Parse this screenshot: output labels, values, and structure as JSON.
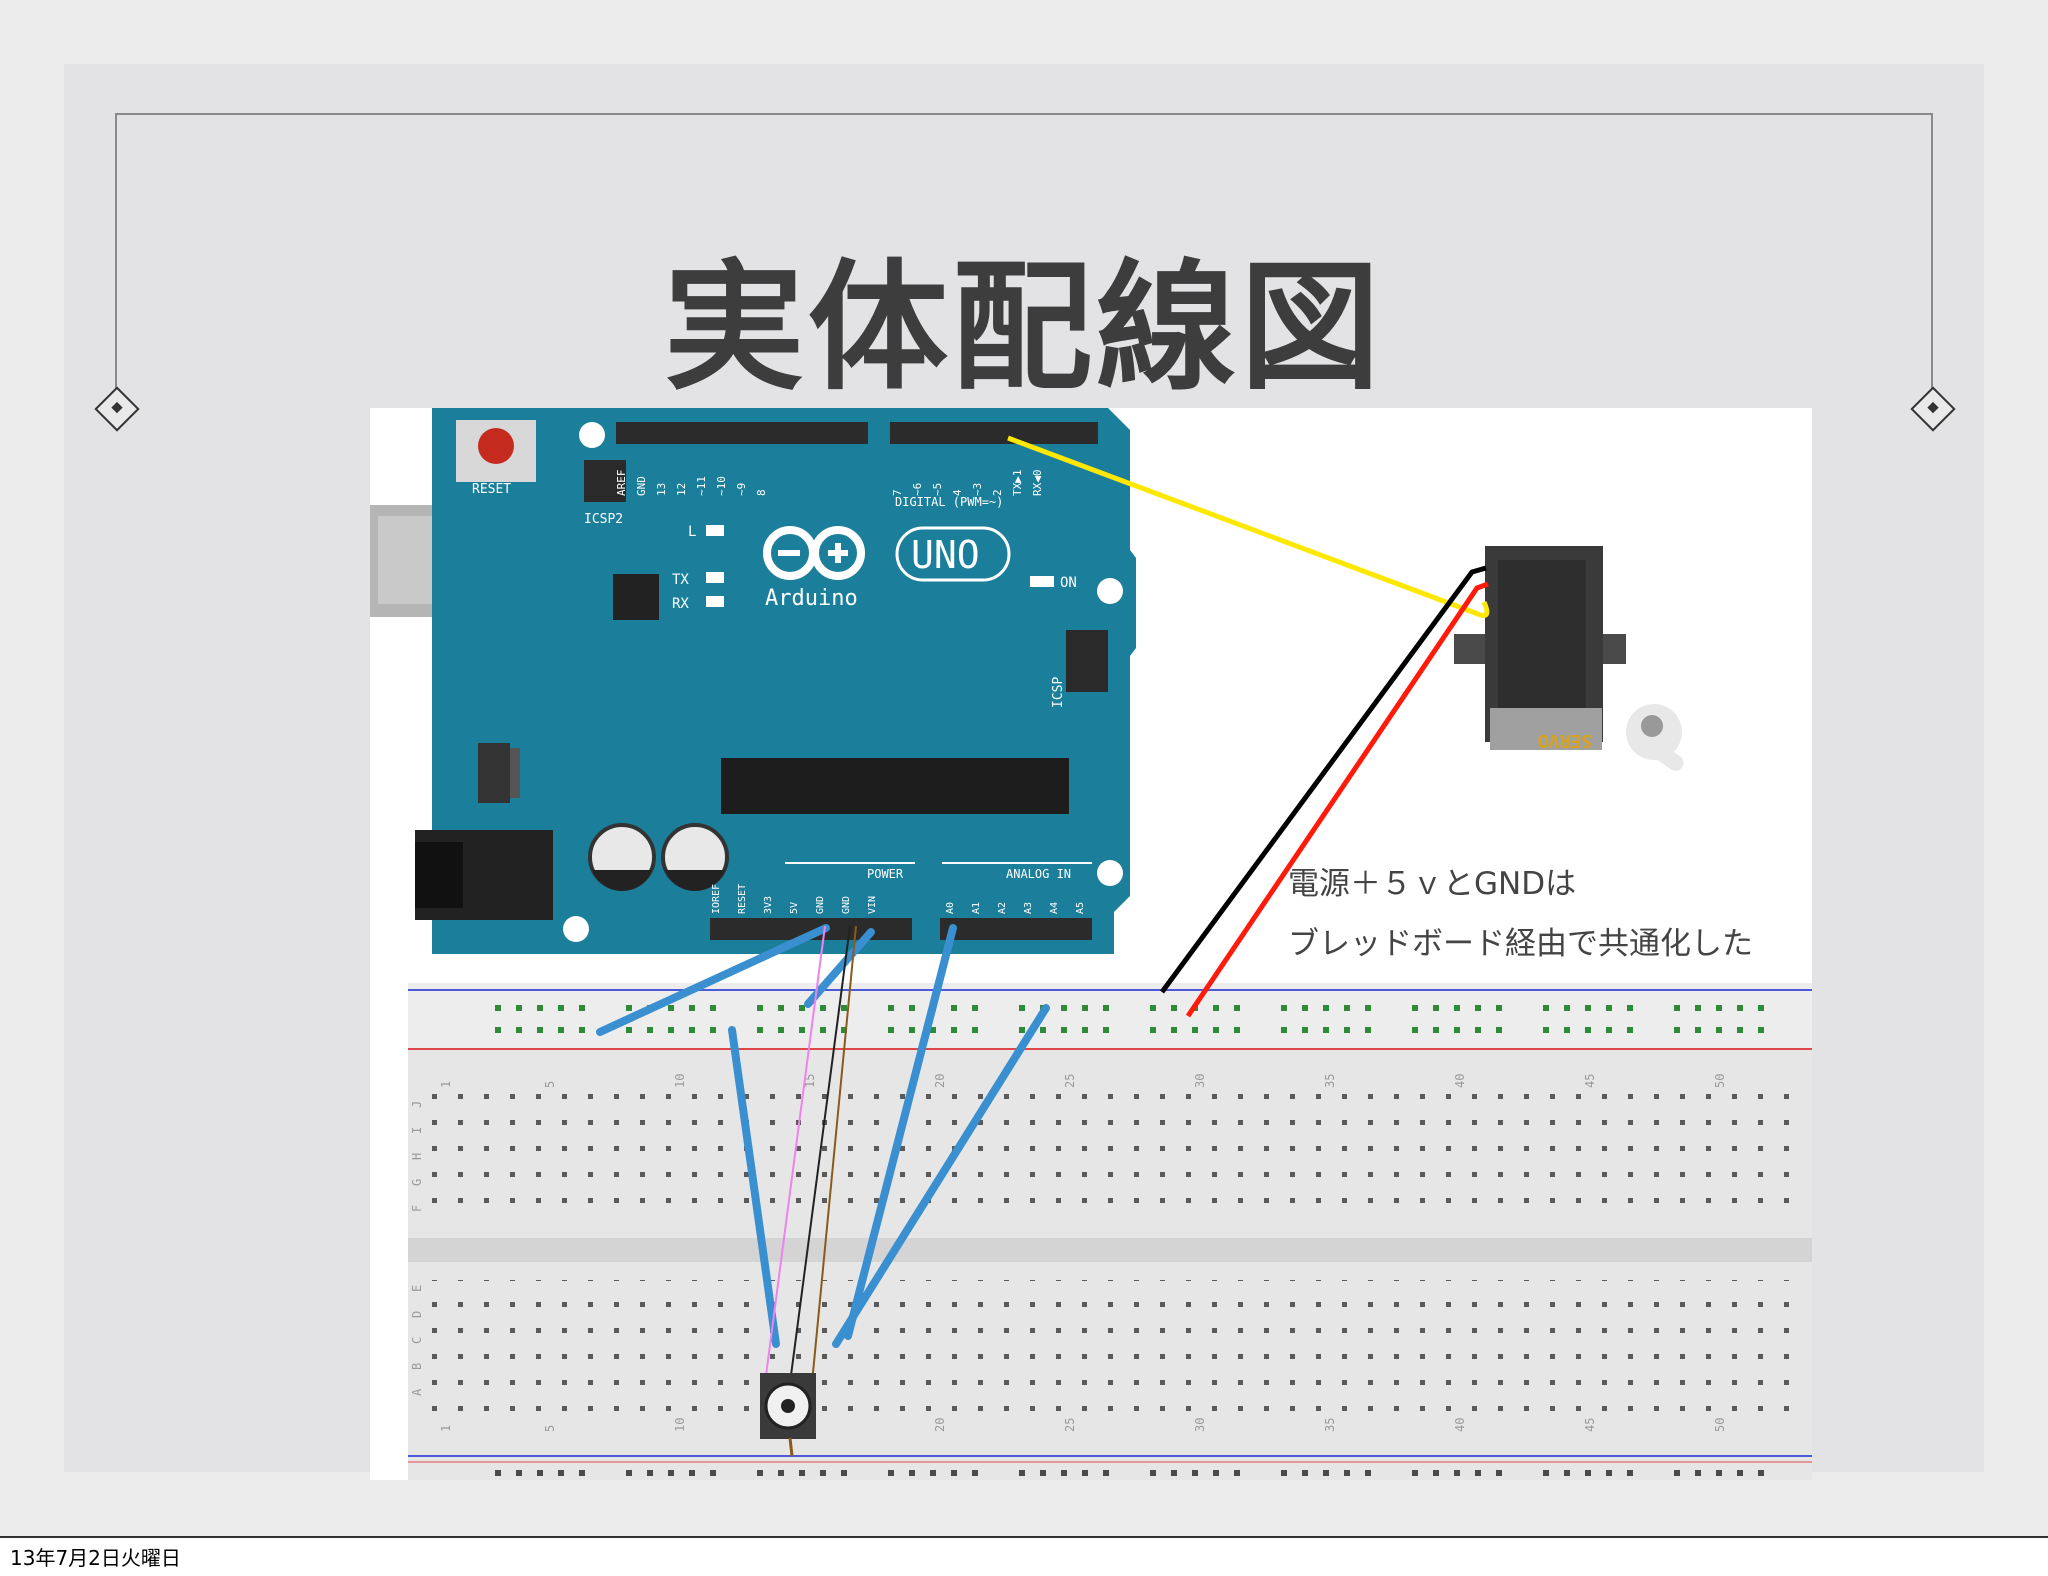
{
  "slide": {
    "title": "実体配線図",
    "note_line1": "電源＋５ｖとGNDは",
    "note_line2": "ブレッドボード経由で共通化した",
    "footer_date": "13年7月2日火曜日"
  },
  "board": {
    "reset_label": "RESET",
    "icsp2_label": "ICSP2",
    "icsp_label": "ICSP",
    "led_l": "L",
    "led_tx": "TX",
    "led_rx": "RX",
    "led_on": "ON",
    "uno_logo": "UNO",
    "brand": "Arduino",
    "digital_label": "DIGITAL (PWM=~)",
    "power_label": "POWER",
    "analog_label": "ANALOG IN",
    "digital_pins": [
      "AREF",
      "GND",
      "13",
      "12",
      "~11",
      "~10",
      "~9",
      "8",
      "7",
      "~6",
      "~5",
      "4",
      "~3",
      "2",
      "TX▶1",
      "RX◀0"
    ],
    "power_pins": [
      "IOREF",
      "RESET",
      "3V3",
      "5V",
      "GND",
      "GND",
      "VIN"
    ],
    "analog_pins": [
      "A0",
      "A1",
      "A2",
      "A3",
      "A4",
      "A5"
    ]
  },
  "servo": {
    "label": "SERVO"
  },
  "breadboard": {
    "column_numbers": [
      "1",
      "5",
      "10",
      "15",
      "20",
      "25",
      "30",
      "35",
      "40",
      "45",
      "50"
    ],
    "row_letters_top": [
      "J",
      "I",
      "H",
      "G",
      "F"
    ],
    "row_letters_bottom": [
      "E",
      "D",
      "C",
      "B",
      "A"
    ]
  },
  "colors": {
    "arduino_blue": "#1b7f9c",
    "wire_blue": "#3a8fd0",
    "signal_wire": "#ffe800",
    "power_wire": "#ff1a0a",
    "ground_wire": "#000000"
  }
}
